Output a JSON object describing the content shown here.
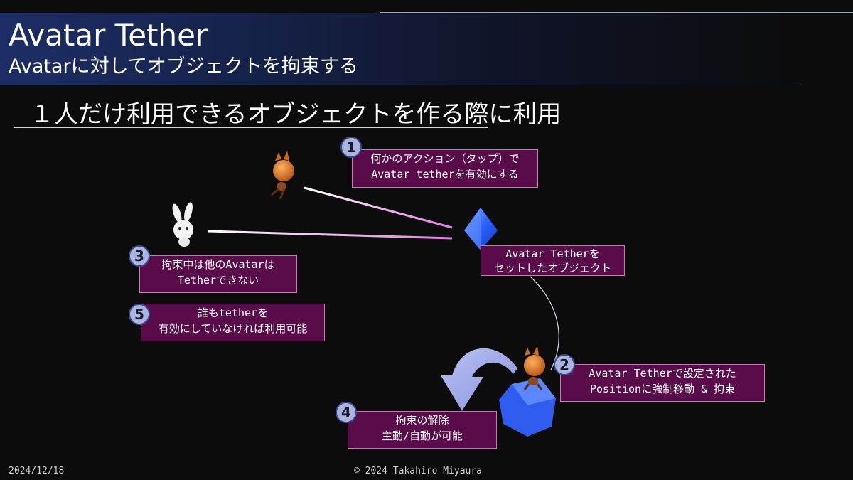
{
  "slide": {
    "title": "Avatar Tether",
    "subtitle": "Avatarに対してオブジェクトを拘束する",
    "heading": "１人だけ利用できるオブジェクトを作る際に利用"
  },
  "steps": [
    {
      "number": "1",
      "lines": [
        "何かのアクション（タップ）で",
        "Avatar tetherを有効にする"
      ]
    },
    {
      "number": "2",
      "lines": [
        "Avatar Tetherで設定された",
        "Positionに強制移動 & 拘束"
      ]
    },
    {
      "number": "3",
      "lines": [
        "拘束中は他のAvatarは",
        "Tetherできない"
      ]
    },
    {
      "number": "4",
      "lines": [
        "拘束の解除",
        "主動/自動が可能"
      ]
    },
    {
      "number": "5",
      "lines": [
        "誰もtetherを",
        "有効にしていなければ利用可能"
      ]
    }
  ],
  "object_label": [
    "Avatar Tetherを",
    "セットしたオブジェクト"
  ],
  "icons": {
    "avatar_fox": "fox-avatar-icon",
    "avatar_rabbit": "rabbit-avatar-icon",
    "crystal": "blue-crystal-icon",
    "rock": "blue-rock-icon",
    "release_arrow": "curved-arrow-icon"
  },
  "colors": {
    "callout_bg": "#5a0c4a",
    "callout_border": "#c47ab2",
    "badge": "#a9b4e0",
    "tether_line": "#e7a6e6",
    "crystal": "#2f6bff",
    "arrow": "#9fa8e6"
  },
  "footer": {
    "date": "2024/12/18",
    "copyright": "© 2024 Takahiro Miyaura"
  }
}
